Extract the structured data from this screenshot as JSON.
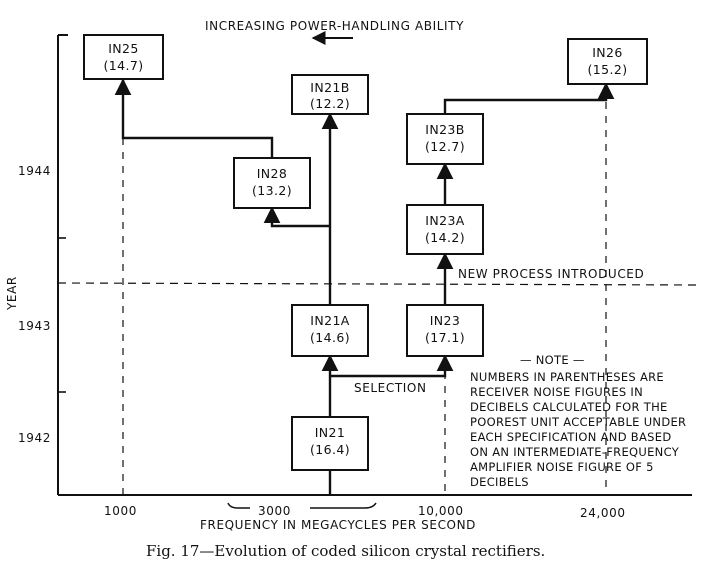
{
  "header": {
    "arrow_label": "INCREASING POWER-HANDLING ABILITY"
  },
  "axes": {
    "y_title": "YEAR",
    "y_ticks": [
      "1944",
      "1943",
      "1942"
    ],
    "x_title": "FREQUENCY IN MEGACYCLES PER SECOND",
    "x_ticks": [
      "1000",
      "3000",
      "10,000",
      "24,000"
    ]
  },
  "nodes": [
    {
      "id": "1N25",
      "code": "IN25",
      "noise": "(14.7)"
    },
    {
      "id": "1N21B",
      "code": "IN21B",
      "noise": "(12.2)"
    },
    {
      "id": "1N26",
      "code": "IN26",
      "noise": "(15.2)"
    },
    {
      "id": "1N28",
      "code": "IN28",
      "noise": "(13.2)"
    },
    {
      "id": "1N23B",
      "code": "IN23B",
      "noise": "(12.7)"
    },
    {
      "id": "1N23A",
      "code": "IN23A",
      "noise": "(14.2)"
    },
    {
      "id": "1N21A",
      "code": "IN21A",
      "noise": "(14.6)"
    },
    {
      "id": "1N23",
      "code": "IN23",
      "noise": "(17.1)"
    },
    {
      "id": "1N21",
      "code": "IN21",
      "noise": "(16.4)"
    }
  ],
  "annotations": {
    "new_process": "NEW PROCESS INTRODUCED",
    "selection": "SELECTION"
  },
  "note": {
    "title": "— NOTE —",
    "lines": [
      "NUMBERS IN PARENTHESES ARE",
      "RECEIVER NOISE FIGURES IN",
      "DECIBELS CALCULATED FOR THE",
      "POOREST UNIT ACCEPTABLE UNDER",
      "EACH SPECIFICATION AND BASED",
      "ON AN INTERMEDIATE-FREQUENCY",
      "AMPLIFIER NOISE FIGURE OF 5",
      "DECIBELS"
    ]
  },
  "caption": "Fig. 17—Evolution of coded silicon crystal rectifiers."
}
